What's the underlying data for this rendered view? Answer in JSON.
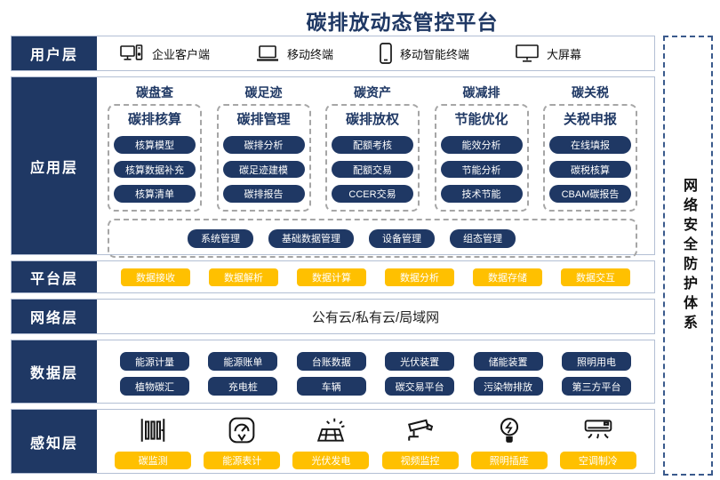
{
  "title": "碳排放动态管控平台",
  "colors": {
    "navy": "#1f3864",
    "yellow": "#ffc000",
    "band_border": "#b3bfd4",
    "dashed_gray": "#a6a6a6",
    "security_dash": "#3a5a8c"
  },
  "security": {
    "label": "网络安全防护体系"
  },
  "user_layer": {
    "label": "用户层",
    "items": [
      {
        "icon": "desktop-pc-icon",
        "label": "企业客户端"
      },
      {
        "icon": "laptop-icon",
        "label": "移动终端"
      },
      {
        "icon": "smartphone-icon",
        "label": "移动智能终端"
      },
      {
        "icon": "big-screen-icon",
        "label": "大屏幕"
      }
    ]
  },
  "app_layer": {
    "label": "应用层",
    "columns": [
      {
        "header": "碳盘查",
        "title": "碳排核算",
        "items": [
          "核算模型",
          "核算数据补充",
          "核算清单"
        ]
      },
      {
        "header": "碳足迹",
        "title": "碳排管理",
        "items": [
          "碳排分析",
          "碳足迹建模",
          "碳排报告"
        ]
      },
      {
        "header": "碳资产",
        "title": "碳排放权",
        "items": [
          "配额考核",
          "配额交易",
          "CCER交易"
        ]
      },
      {
        "header": "碳减排",
        "title": "节能优化",
        "items": [
          "能效分析",
          "节能分析",
          "技术节能"
        ]
      },
      {
        "header": "碳关税",
        "title": "关税申报",
        "items": [
          "在线填报",
          "碳税核算",
          "CBAM碳报告"
        ]
      }
    ],
    "common_items": [
      "系统管理",
      "基础数据管理",
      "设备管理",
      "组态管理"
    ]
  },
  "platform_layer": {
    "label": "平台层",
    "items": [
      "数据接收",
      "数据解析",
      "数据计算",
      "数据分析",
      "数据存储",
      "数据交互"
    ]
  },
  "network_layer": {
    "label": "网络层",
    "text": "公有云/私有云/局域网"
  },
  "data_layer": {
    "label": "数据层",
    "row1": [
      "能源计量",
      "能源账单",
      "台账数据",
      "光伏装置",
      "储能装置",
      "照明用电"
    ],
    "row2": [
      "植物碳汇",
      "充电桩",
      "车辆",
      "碳交易平台",
      "污染物排放",
      "第三方平台"
    ]
  },
  "perception_layer": {
    "label": "感知层",
    "items": [
      {
        "icon": "carbon-monitor-icon",
        "label": "碳监测"
      },
      {
        "icon": "energy-meter-icon",
        "label": "能源表计"
      },
      {
        "icon": "solar-pv-icon",
        "label": "光伏发电"
      },
      {
        "icon": "cctv-camera-icon",
        "label": "视频监控"
      },
      {
        "icon": "light-bulb-icon",
        "label": "照明插座"
      },
      {
        "icon": "air-conditioner-icon",
        "label": "空调制冷"
      }
    ]
  }
}
